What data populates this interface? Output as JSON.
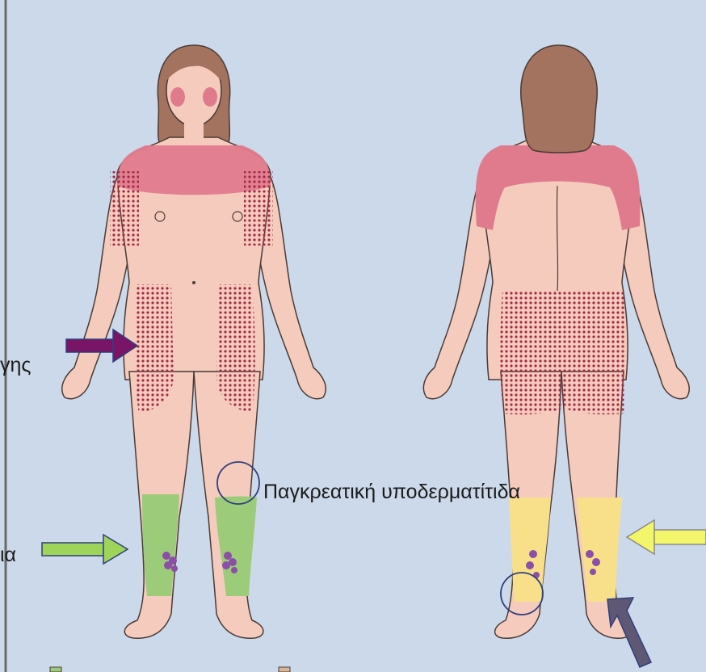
{
  "labels": {
    "left_top_fragment": " γης",
    "left_mid_fragment": "ια",
    "pancreatic_panniculitis": "Παγκρεατική υποδερματίτιδα"
  },
  "colors": {
    "background": "#ccd9ea",
    "skin": "#f5cbbd",
    "outline": "#4a3b36",
    "hair": "#a3735f",
    "red_zone": "#e07b8e",
    "dotted_zone": "#a32a47",
    "green_zone": "#9ccb79",
    "yellow_zone": "#f8e08a",
    "purple_lesion": "#8b4fa7",
    "arrow_purple": "#7a1466",
    "arrow_green": "#9fd45a",
    "arrow_yellow": "#f3f56b",
    "arrow_slate": "#5f5875",
    "circle": "#2f3f7c"
  },
  "icons": [
    "arrow-right-icon",
    "arrow-left-icon",
    "arrow-up-left-icon",
    "circle-marker-icon"
  ]
}
